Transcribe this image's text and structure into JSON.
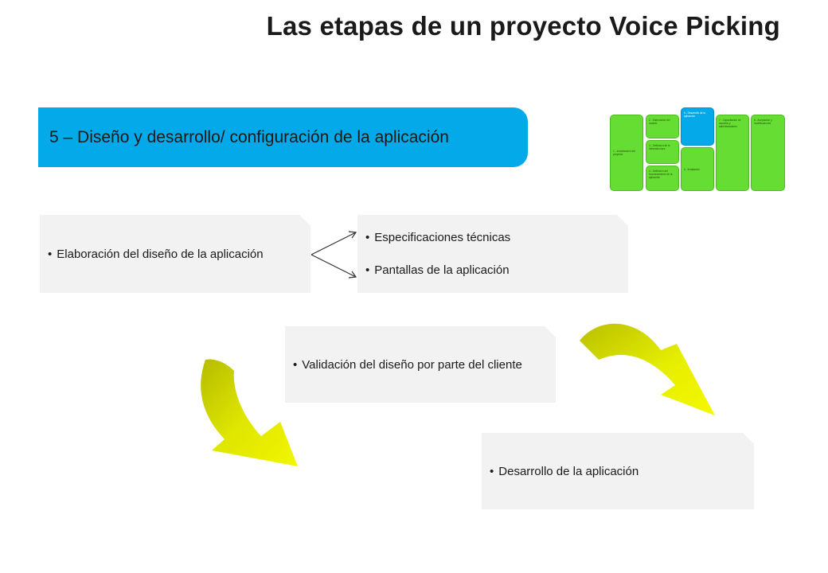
{
  "title": "Las etapas de un proyecto Voice Picking",
  "stage_banner": "5 – Diseño y desarrollo/ configuración de la aplicación",
  "mini_map": {
    "s1": "1 - Inicialización del proyecto",
    "s2": "2 - Elaboración del modelo",
    "s3": "3 - Definición de la infraestructura",
    "s4": "4 - Definición del funcionamiento de la aplicación",
    "s5": "5 - Desarrollo de la aplicación",
    "s6": "6 - Instalación",
    "s7": "7 - Capacitación de usuarios y administradores",
    "s8": "8 - Aceptación y modificaciones"
  },
  "boxes": {
    "design": "Elaboración del diseño de la aplicación",
    "specs": "Especificaciones técnicas",
    "screens": "Pantallas de la aplicación",
    "validation": "Validación del diseño por parte del cliente",
    "development": "Desarrollo de la aplicación"
  },
  "colors": {
    "banner": "#03a9e8",
    "mini_stage": "#66dd33",
    "mini_active": "#03a9e8",
    "cycle_arrow": "#e6ee00",
    "box_fill": "#f2f2f2"
  }
}
